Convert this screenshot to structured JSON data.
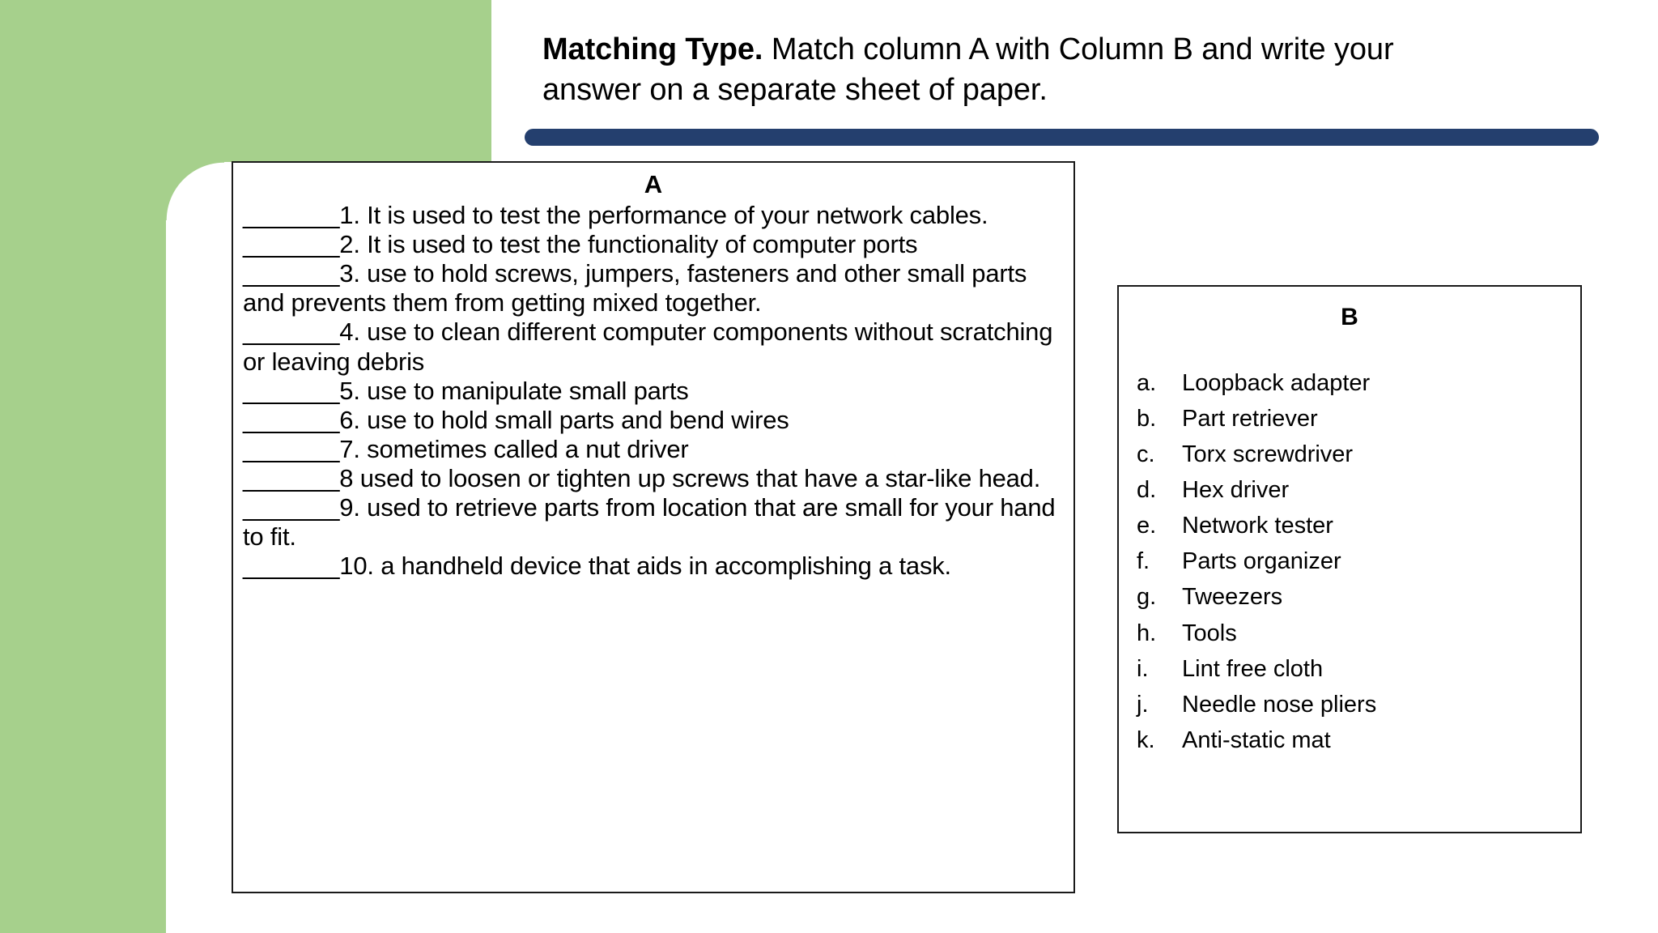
{
  "colors": {
    "green_accent": "#a6d08c",
    "navy_bar": "#243f6e",
    "border": "#1a1a1a",
    "text": "#000000",
    "background": "#ffffff"
  },
  "header": {
    "lead": "Matching Type.",
    "instruction": " Match column A with Column B and write your answer on a separate sheet of paper."
  },
  "column_a": {
    "heading": "A",
    "items": [
      "_______1. It is used to test the performance of your network cables.",
      "_______2. It is used to test the functionality of computer ports",
      "_______3. use to hold screws, jumpers, fasteners and other small parts and prevents them from getting mixed together.",
      "_______4. use to clean different computer components without scratching or leaving debris",
      "_______5. use to manipulate small parts",
      "_______6. use to hold small parts and bend wires",
      "_______7. sometimes called a nut driver",
      "_______8 used to loosen or tighten up screws that have a star-like head.",
      "_______9. used to retrieve parts from location that are small for your hand to fit.",
      "_______10. a handheld device that aids in accomplishing a task."
    ]
  },
  "column_b": {
    "heading": "B",
    "items": [
      {
        "marker": "a.",
        "label": "Loopback adapter"
      },
      {
        "marker": "b.",
        "label": "Part retriever"
      },
      {
        "marker": "c.",
        "label": "Torx screwdriver"
      },
      {
        "marker": "d.",
        "label": "Hex driver"
      },
      {
        "marker": "e.",
        "label": "Network tester"
      },
      {
        "marker": "f.",
        "label": "Parts organizer"
      },
      {
        "marker": "g.",
        "label": "Tweezers"
      },
      {
        "marker": "h.",
        "label": "Tools"
      },
      {
        "marker": "i.",
        "label": "Lint free cloth"
      },
      {
        "marker": "j.",
        "label": "Needle nose pliers"
      },
      {
        "marker": "k.",
        "label": "Anti-static mat"
      }
    ]
  }
}
